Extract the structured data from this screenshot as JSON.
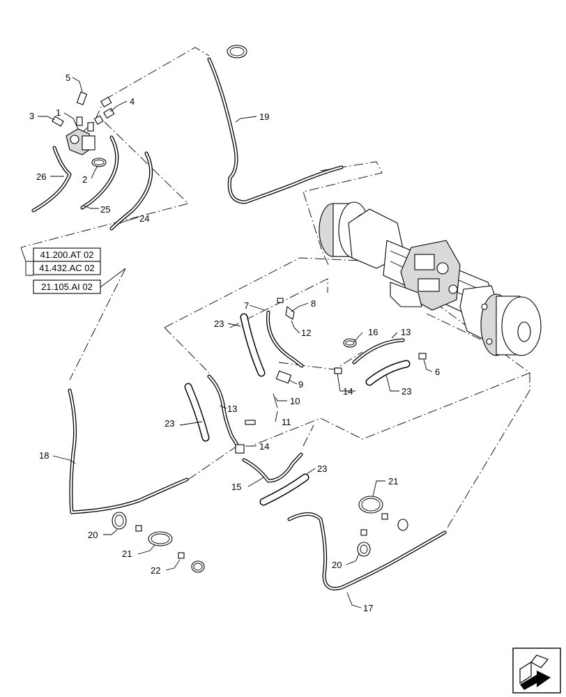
{
  "callouts": {
    "c1": "1",
    "c2": "2",
    "c3": "3",
    "c4": "4",
    "c5": "5",
    "c6": "6",
    "c7": "7",
    "c8": "8",
    "c9": "9",
    "c10": "10",
    "c11": "11",
    "c12": "12",
    "c13a": "13",
    "c13b": "13",
    "c14a": "14",
    "c14b": "14",
    "c15": "15",
    "c16": "16",
    "c17": "17",
    "c18": "18",
    "c19": "19",
    "c20a": "20",
    "c20b": "20",
    "c21a": "21",
    "c21b": "21",
    "c22": "22",
    "c23a": "23",
    "c23b": "23",
    "c23c": "23",
    "c23d": "23",
    "c24": "24",
    "c25": "25",
    "c26": "26"
  },
  "references": [
    "41.200.AT 02",
    "41.432.AC 02",
    "21.105.AI 02"
  ],
  "icons": {
    "nav": "next-page-arrow-icon"
  },
  "colors": {
    "line": "#000000",
    "background": "#ffffff",
    "hose_fill": "#ffffff"
  }
}
